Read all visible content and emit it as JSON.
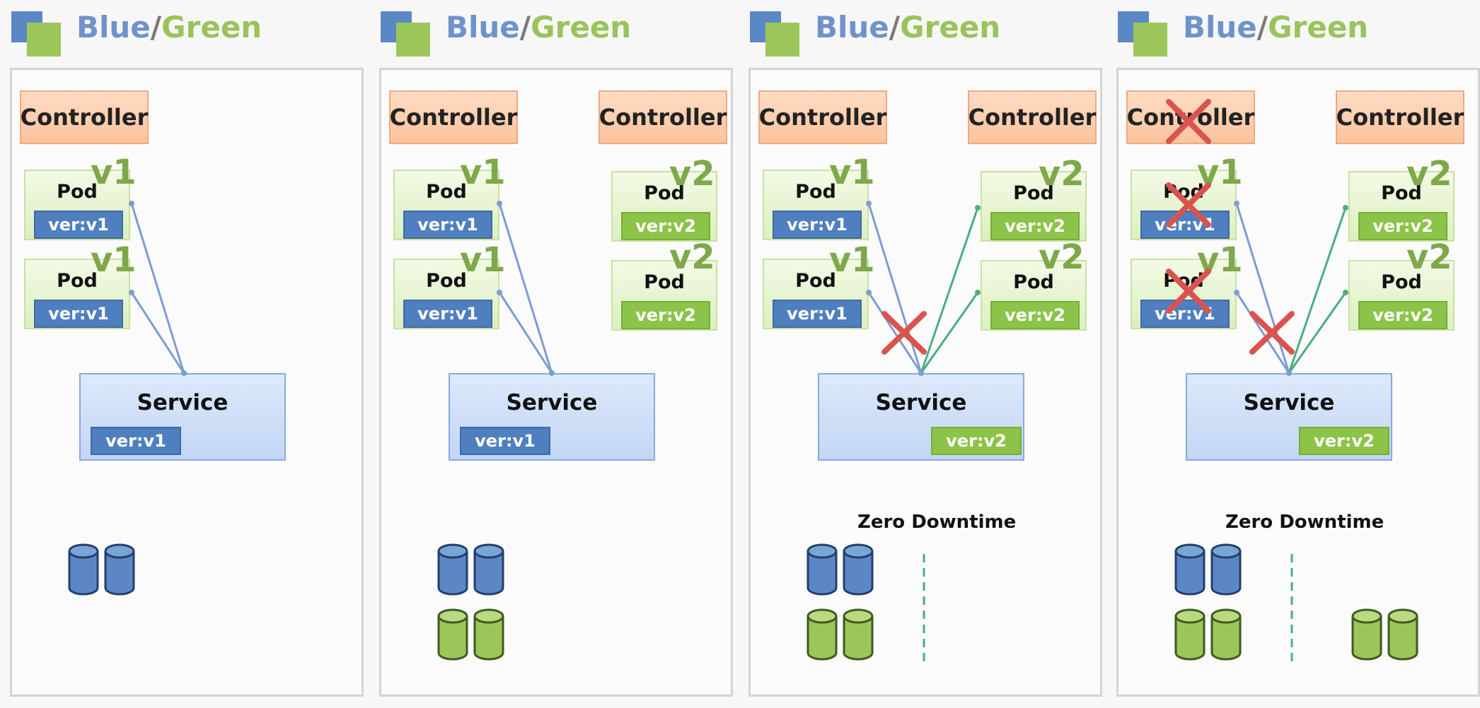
{
  "panels": [
    {
      "title_blue": "Blue",
      "title_slash": "/",
      "title_green": "Green",
      "controllers": [
        "Controller"
      ],
      "pods": [
        {
          "label": "Pod",
          "tag": "v1",
          "ver": "ver:v1"
        },
        {
          "label": "Pod",
          "tag": "v1",
          "ver": "ver:v1"
        }
      ],
      "service": {
        "label": "Service",
        "ver": "ver:v1"
      }
    },
    {
      "title_blue": "Blue",
      "title_slash": "/",
      "title_green": "Green",
      "controllers": [
        "Controller",
        "Controller"
      ],
      "pods_v1": [
        {
          "label": "Pod",
          "tag": "v1",
          "ver": "ver:v1"
        },
        {
          "label": "Pod",
          "tag": "v1",
          "ver": "ver:v1"
        }
      ],
      "pods_v2": [
        {
          "label": "Pod",
          "tag": "v2",
          "ver": "ver:v2"
        },
        {
          "label": "Pod",
          "tag": "v2",
          "ver": "ver:v2"
        }
      ],
      "service": {
        "label": "Service",
        "ver": "ver:v1"
      }
    },
    {
      "title_blue": "Blue",
      "title_slash": "/",
      "title_green": "Green",
      "controllers": [
        "Controller",
        "Controller"
      ],
      "pods_v1": [
        {
          "label": "Pod",
          "tag": "v1",
          "ver": "ver:v1"
        },
        {
          "label": "Pod",
          "tag": "v1",
          "ver": "ver:v1"
        }
      ],
      "pods_v2": [
        {
          "label": "Pod",
          "tag": "v2",
          "ver": "ver:v2"
        },
        {
          "label": "Pod",
          "tag": "v2",
          "ver": "ver:v2"
        }
      ],
      "service": {
        "label": "Service",
        "ver": "ver:v2"
      },
      "note": "Zero Downtime"
    },
    {
      "title_blue": "Blue",
      "title_slash": "/",
      "title_green": "Green",
      "controllers": [
        "Controller",
        "Controller"
      ],
      "pods_v1": [
        {
          "label": "Pod",
          "tag": "v1",
          "ver": "ver:v1"
        },
        {
          "label": "Pod",
          "tag": "v1",
          "ver": "ver:v1"
        }
      ],
      "pods_v2": [
        {
          "label": "Pod",
          "tag": "v2",
          "ver": "ver:v2"
        },
        {
          "label": "Pod",
          "tag": "v2",
          "ver": "ver:v2"
        }
      ],
      "service": {
        "label": "Service",
        "ver": "ver:v2"
      },
      "note": "Zero Downtime"
    }
  ],
  "colors": {
    "blue": "#5b87c5",
    "green": "#9cc65a",
    "cross": "#d9534f",
    "line_blue": "#7d9dd0",
    "line_green": "#4cae7f"
  }
}
